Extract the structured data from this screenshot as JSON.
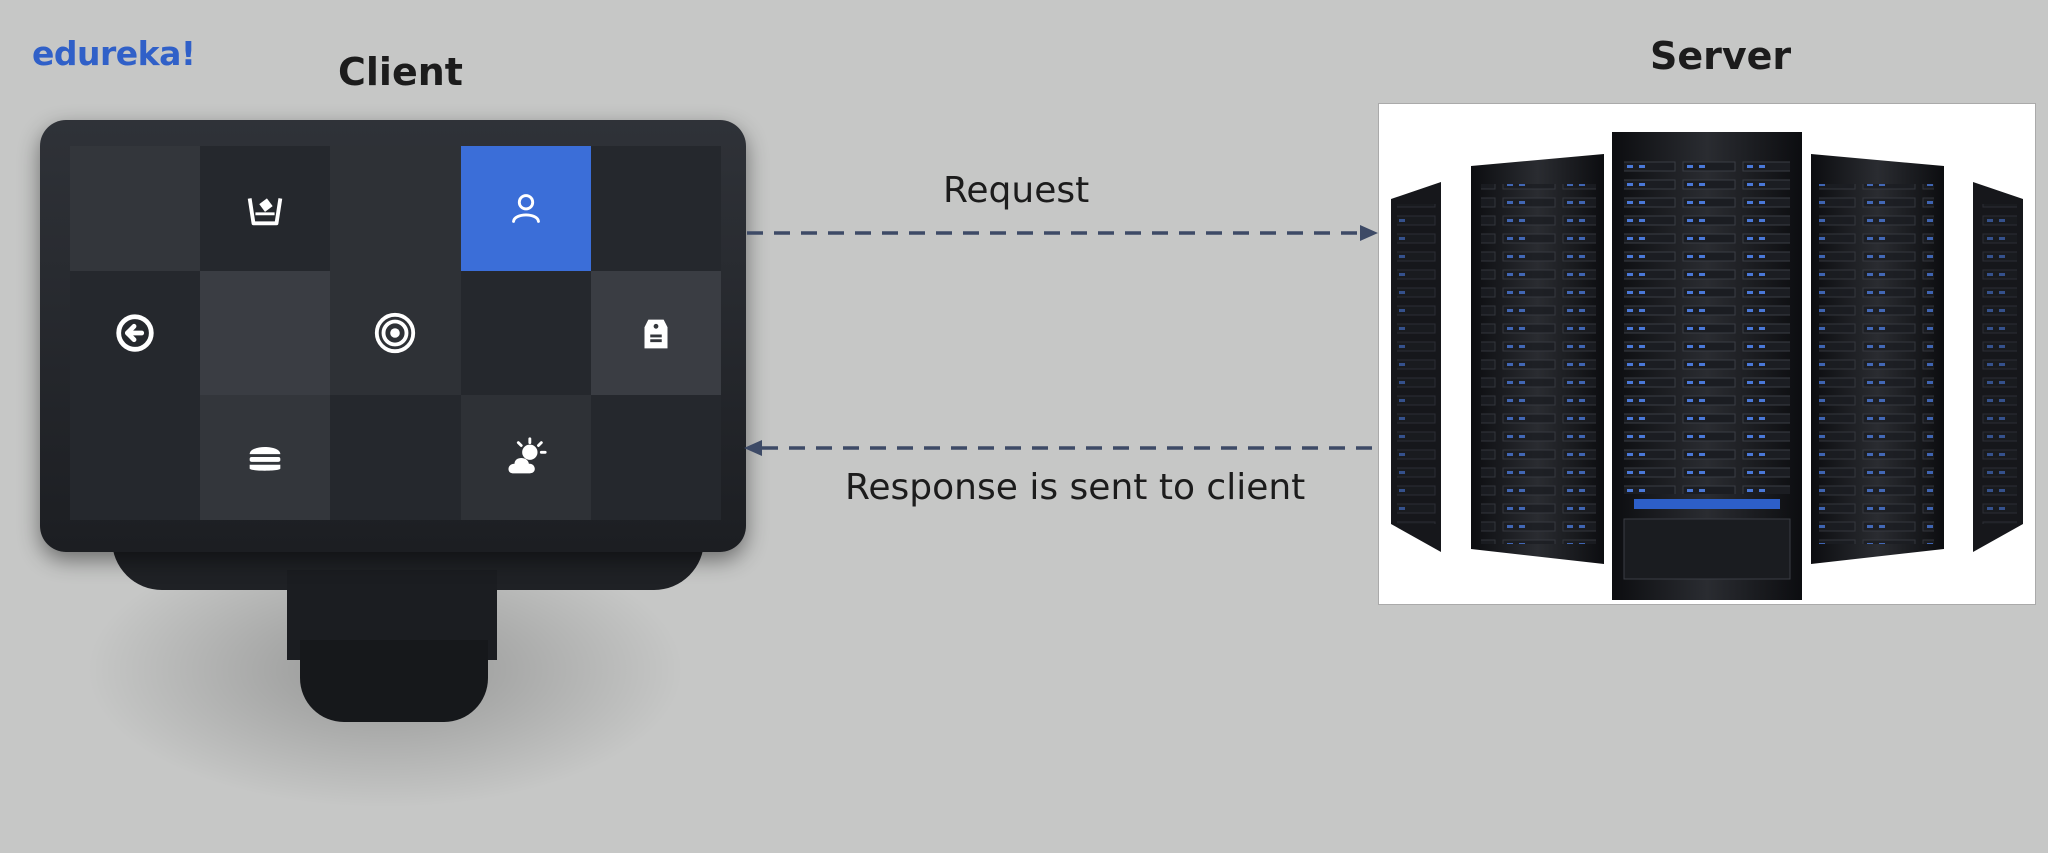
{
  "logo": "edureka!",
  "client": {
    "title": "Client"
  },
  "server": {
    "title": "Server"
  },
  "flows": {
    "request": "Request",
    "response": "Response is sent to client"
  },
  "colors": {
    "background": "#c6c7c6",
    "accent": "#3b6ed8",
    "arrow": "#3d4a66",
    "logo": "#3060c8"
  },
  "screen_tiles": [
    {
      "icon": ""
    },
    {
      "icon": "basket-icon"
    },
    {
      "icon": ""
    },
    {
      "icon": "user-icon"
    },
    {
      "icon": ""
    },
    {
      "icon": "logout-icon"
    },
    {
      "icon": ""
    },
    {
      "icon": "target-icon"
    },
    {
      "icon": ""
    },
    {
      "icon": "price-tag-icon"
    },
    {
      "icon": ""
    },
    {
      "icon": "burger-icon"
    },
    {
      "icon": ""
    },
    {
      "icon": "weather-icon"
    },
    {
      "icon": ""
    }
  ]
}
